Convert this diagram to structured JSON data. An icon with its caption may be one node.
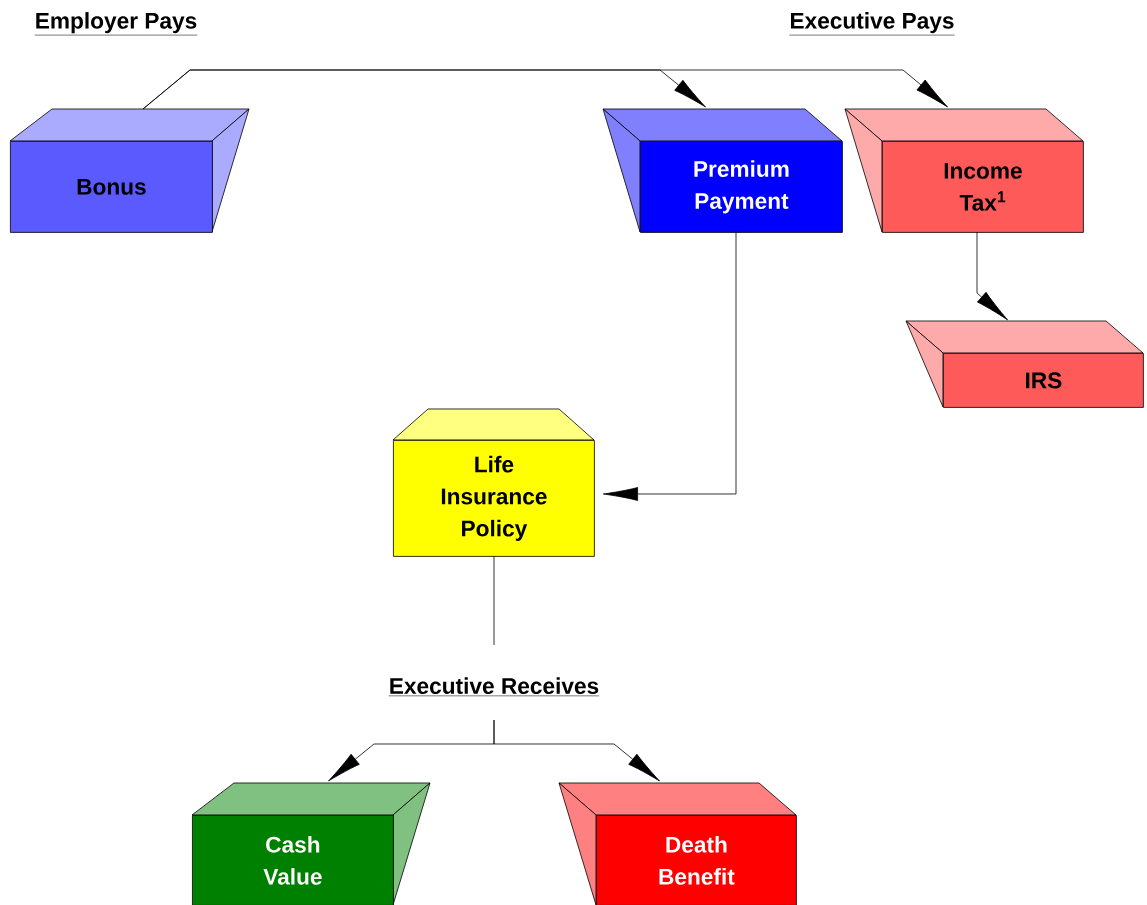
{
  "diagram": {
    "nodes": [
      {
        "text": [
          "Bonus"
        ]
      },
      {
        "text": [
          "Premium Payment"
        ]
      },
      {
        "text": [
          "Income Tax$^{1}$"
        ]
      },
      {
        "text": [
          "IRS"
        ]
      },
      {
        "text": [
          "Life Insurance Policy"
        ]
      },
      {
        "text": [
          "Executive Receives"
        ]
      },
      {
        "text": [
          "Cash Value"
        ]
      },
      {
        "text": [
          "Death Benefit"
        ]
      }
    ],
    "edges": [
      {
        "from": 0,
        "to": 1,
        "arrow": "to"
      },
      {
        "from": 0,
        "to": 2,
        "arrow": "to"
      },
      {
        "from": 1,
        "to": 4,
        "arrow": "to"
      },
      {
        "from": 2,
        "to": 3,
        "arrow": "to"
      },
      {
        "from": 4,
        "to": 5,
        "arrow": "none"
      },
      {
        "from": 5,
        "to": 6,
        "arrow": "to"
      },
      {
        "from": 5,
        "to": 7,
        "arrow": "to"
      }
    ],
    "labels": [
      "Employer Pays",
      "Executive  Pays"
    ]
  }
}
